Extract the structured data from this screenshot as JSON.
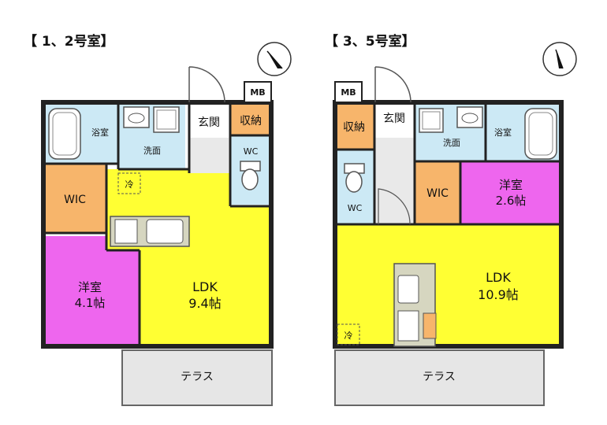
{
  "plans": [
    {
      "title": "【 1、2号室】",
      "rooms": {
        "bath": "浴室",
        "washroom": "洗面",
        "entrance": "玄関",
        "storage": "収納",
        "wc": "WC",
        "wic": "WIC",
        "bedroom": [
          "洋室",
          "4.1帖"
        ],
        "ldk": [
          "LDK",
          "9.4帖"
        ],
        "terrace": "テラス",
        "mb": "MB",
        "fridge": "冷"
      }
    },
    {
      "title": "【 3、5号室】",
      "rooms": {
        "mb": "MB",
        "storage": "収納",
        "entrance": "玄関",
        "washroom": "洗面",
        "bath": "浴室",
        "wc": "WC",
        "wic": "WIC",
        "bedroom": [
          "洋室",
          "2.6帖"
        ],
        "ldk": [
          "LDK",
          "10.9帖"
        ],
        "terrace": "テラス",
        "fridge": "冷"
      }
    }
  ],
  "colors": {
    "ldk": "#ffff33",
    "bedroom": "#ee66ee",
    "wic": "#f7b56b",
    "wet": "#cce9f5",
    "entrance": "#e9e9e9",
    "wall": "#222222",
    "terrace": "#e6e6e6"
  },
  "icons": [
    "compass-icon",
    "bathtub-icon",
    "sink-icon",
    "shower-icon",
    "toilet-icon",
    "kitchen-sink-icon",
    "door-icon"
  ]
}
